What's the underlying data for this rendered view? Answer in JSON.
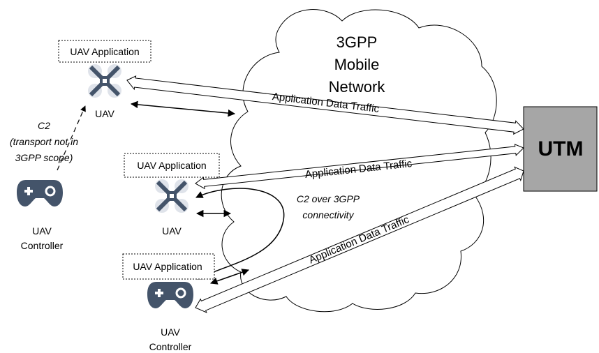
{
  "network": {
    "line1": "3GPP",
    "line2": "Mobile",
    "line3": "Network"
  },
  "utm": {
    "label": "UTM"
  },
  "uav_app_label": "UAV Application",
  "uav_label": "UAV",
  "controller": {
    "line1": "UAV",
    "line2": "Controller"
  },
  "traffic_label": "Application Data Traffic",
  "c2_direct": {
    "line1": "C2",
    "line2": "(transport not in",
    "line3": "3GPP scope)"
  },
  "c2_3gpp": {
    "line1": "C2 over 3GPP",
    "line2": "connectivity"
  },
  "colors": {
    "utm_fill": "#a6a6a6",
    "controller_icon": "#44546a",
    "drone_body": "#44546a",
    "rotor": "#dfe3ea"
  },
  "icons": [
    "drone-icon",
    "gamepad-icon"
  ]
}
